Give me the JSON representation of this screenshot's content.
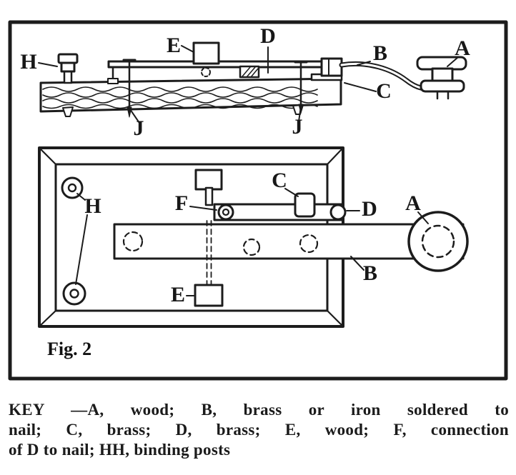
{
  "figure": {
    "fig_label": "Fig. 2",
    "side_view_labels": {
      "H": "H",
      "E": "E",
      "D": "D",
      "B": "B",
      "A": "A",
      "C": "C",
      "J_left": "J",
      "J_right": "J"
    },
    "top_view_labels": {
      "H": "H",
      "F": "F",
      "C": "C",
      "D": "D",
      "A": "A",
      "B": "B",
      "E": "E"
    }
  },
  "caption": {
    "lines": [
      "KEY —A, wood; B, brass or iron soldered to",
      "nail; C, brass; D, brass; E, wood; F, connection",
      "of D to nail; HH, binding posts"
    ]
  },
  "colors": {
    "ink": "#1c1c1c",
    "paper": "#ffffff"
  }
}
